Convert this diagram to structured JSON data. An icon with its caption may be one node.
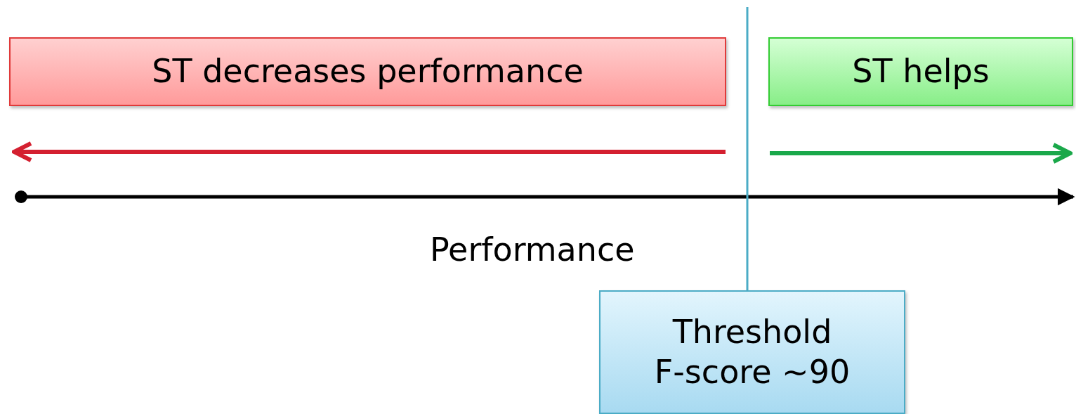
{
  "diagram": {
    "nodes": [
      {
        "text": [
          "ST decreases performance"
        ]
      },
      {
        "text": [
          "ST helps"
        ]
      },
      {
        "text": [
          "Threshold",
          "F-score ∼90"
        ]
      }
    ],
    "edges": [
      {
        "from": null,
        "to": 2,
        "arrow": "none"
      }
    ],
    "labels": [
      "Performance"
    ]
  }
}
